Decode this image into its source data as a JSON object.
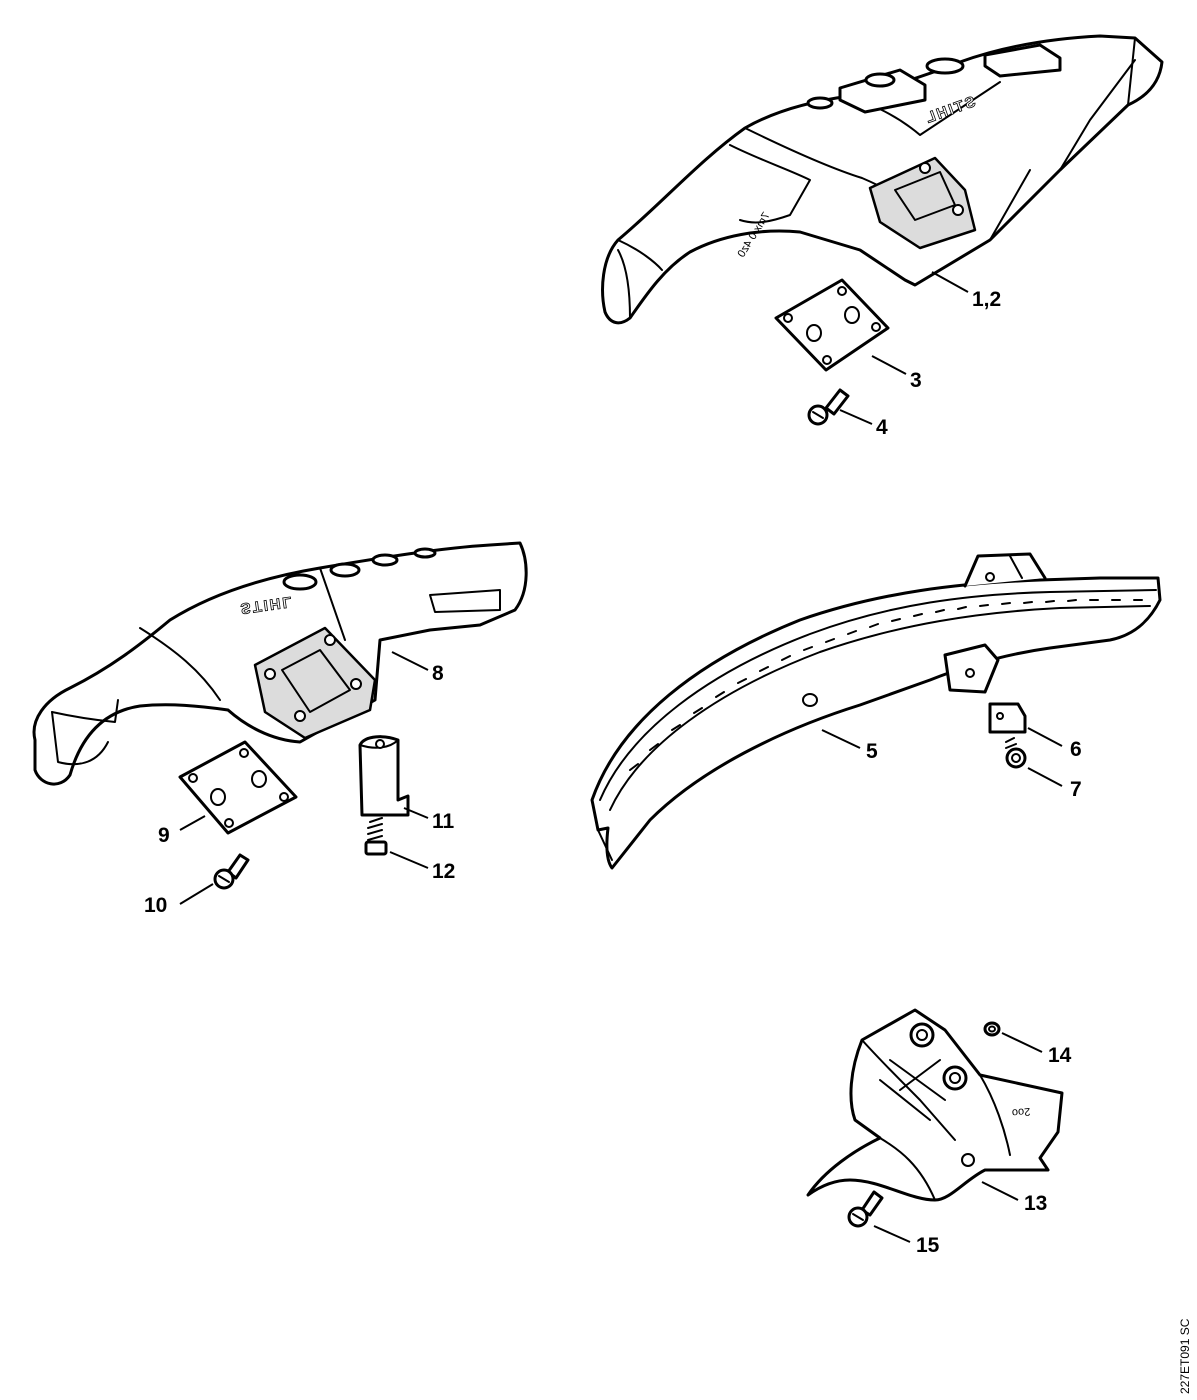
{
  "callouts": {
    "c1_2": "1,2",
    "c3": "3",
    "c4": "4",
    "c5": "5",
    "c6": "6",
    "c7": "7",
    "c8": "8",
    "c9": "9",
    "c10": "10",
    "c11": "11",
    "c12": "12",
    "c13": "13",
    "c14": "14",
    "c15": "15"
  },
  "embossed": {
    "brand_top": "STIHL",
    "brand_left": "STIHL",
    "code_top": "7mx 0 4z0",
    "code_bracket": "2oo"
  },
  "document_id": "227ET091 SC"
}
